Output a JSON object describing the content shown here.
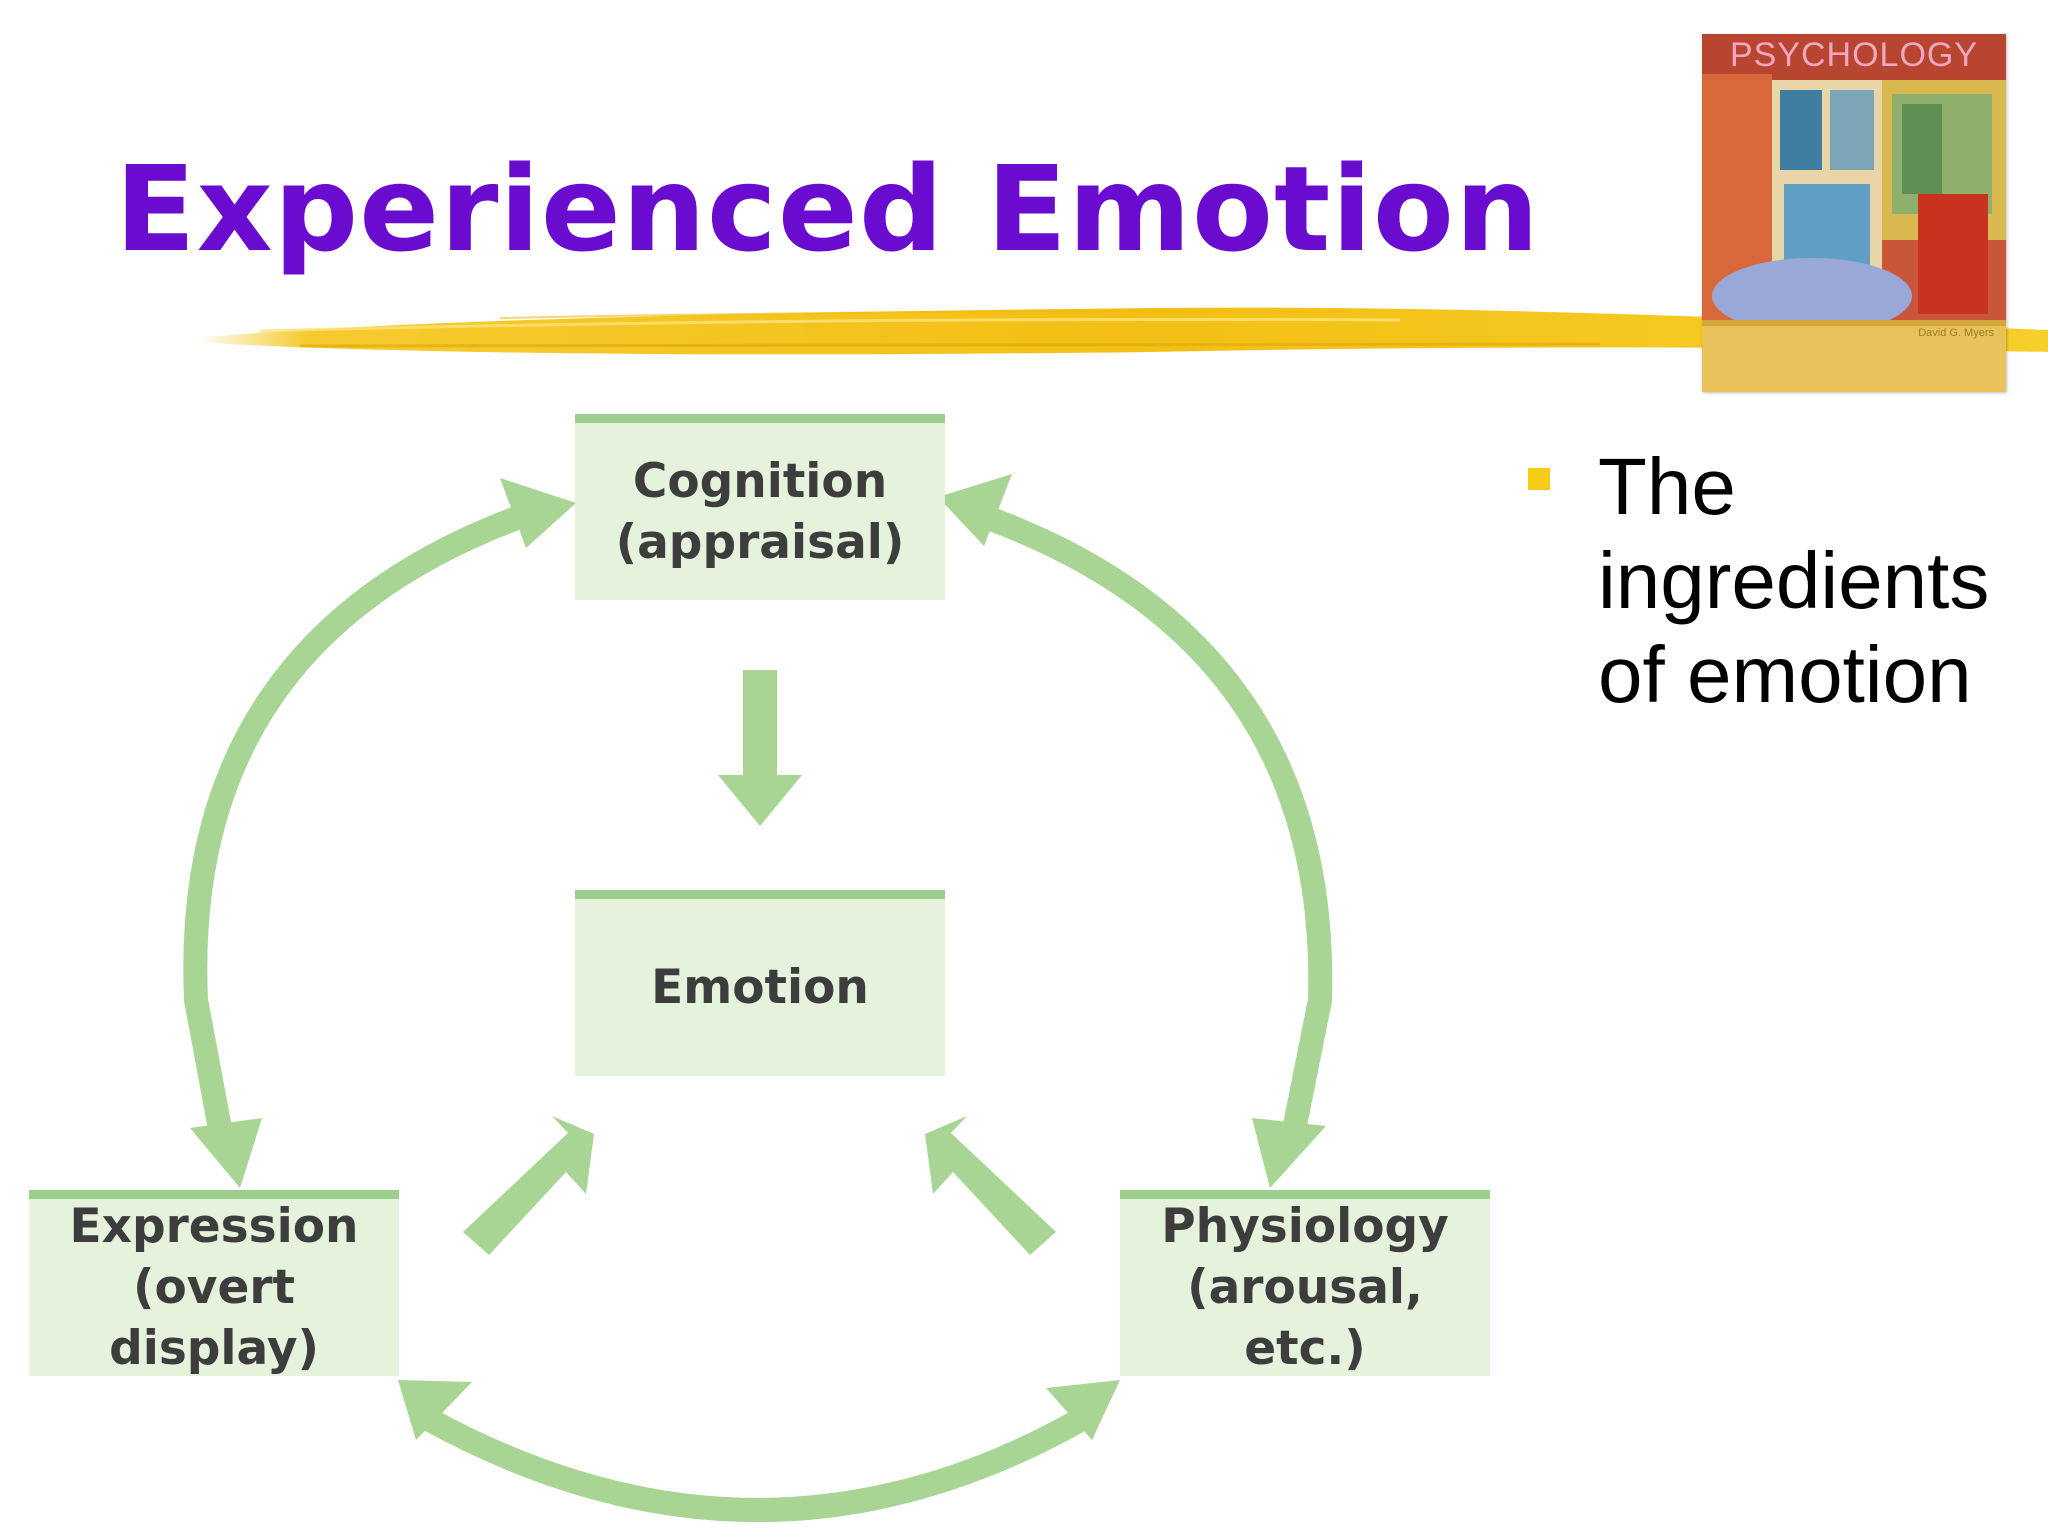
{
  "slide": {
    "title": "Experienced Emotion",
    "title_color": "#6a0ccf",
    "accent_color": "#f5c518"
  },
  "book_cover": {
    "title": "PSYCHOLOGY",
    "author": "David G. Myers"
  },
  "diagram": {
    "box_fill": "#e5f3dc",
    "arrow_color": "#a8d494",
    "nodes": {
      "cognition": {
        "line1": "Cognition",
        "line2": "(appraisal)"
      },
      "emotion": {
        "line1": "Emotion"
      },
      "expression": {
        "line1": "Expression",
        "line2": "(overt display)"
      },
      "physiology": {
        "line1": "Physiology",
        "line2": "(arousal, etc.)"
      }
    },
    "connections": [
      {
        "from": "cognition",
        "to": "emotion",
        "direction": "one-way"
      },
      {
        "from": "expression",
        "to": "emotion",
        "direction": "one-way"
      },
      {
        "from": "physiology",
        "to": "emotion",
        "direction": "one-way"
      },
      {
        "from": "cognition",
        "to": "expression",
        "direction": "two-way"
      },
      {
        "from": "cognition",
        "to": "physiology",
        "direction": "two-way"
      },
      {
        "from": "expression",
        "to": "physiology",
        "direction": "two-way"
      }
    ]
  },
  "bullets": [
    {
      "lines": [
        "The",
        "ingredients",
        "of emotion"
      ]
    }
  ]
}
